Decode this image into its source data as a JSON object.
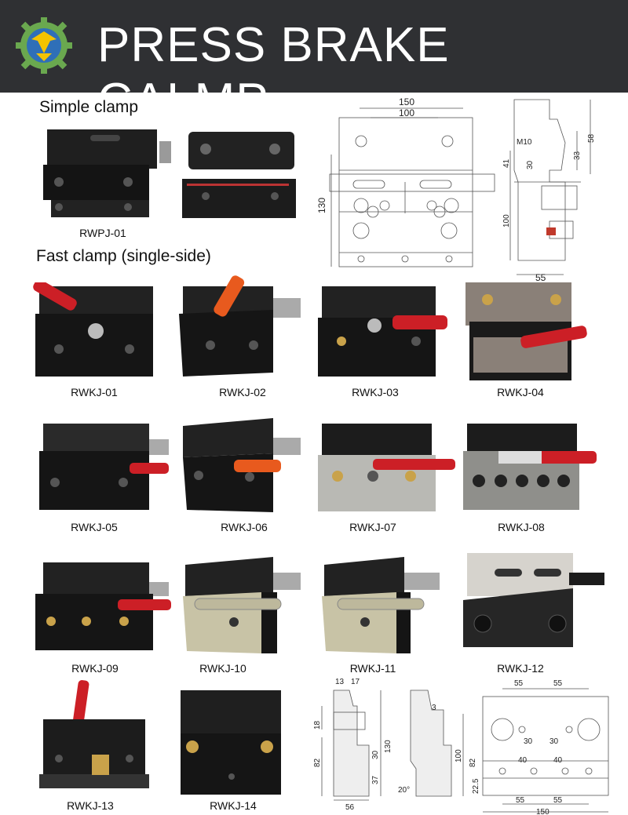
{
  "header": {
    "title": "PRESS BRAKE CALMP",
    "logo_icon": "gear-logo-icon"
  },
  "sections": {
    "simple": "Simple clamp",
    "fast": "Fast clamp (single-side)"
  },
  "products": {
    "simple": [
      {
        "code": "RWPJ-01"
      }
    ],
    "fast": [
      {
        "code": "RWKJ-01"
      },
      {
        "code": "RWKJ-02"
      },
      {
        "code": "RWKJ-03"
      },
      {
        "code": "RWKJ-04"
      },
      {
        "code": "RWKJ-05"
      },
      {
        "code": "RWKJ-06"
      },
      {
        "code": "RWKJ-07"
      },
      {
        "code": "RWKJ-08"
      },
      {
        "code": "RWKJ-09"
      },
      {
        "code": "RWKJ-10"
      },
      {
        "code": "RWKJ-11"
      },
      {
        "code": "RWKJ-12"
      },
      {
        "code": "RWKJ-13"
      },
      {
        "code": "RWKJ-14"
      }
    ]
  },
  "drawing_top": {
    "front": {
      "w150": "150",
      "w100": "100",
      "h130": "130"
    },
    "side": {
      "m10": "M10",
      "d41": "41",
      "d30": "30",
      "d33": "33",
      "d58": "58",
      "d100": "100",
      "d55": "55"
    }
  },
  "drawing_bottom": {
    "left": {
      "d13": "13",
      "d17": "17",
      "d18": "18",
      "d82": "82",
      "d30": "30",
      "d130": "130",
      "d37": "37",
      "d56": "56"
    },
    "mid": {
      "d3": "3",
      "d100": "100",
      "d20": "20°"
    },
    "right": {
      "d55a": "55",
      "d55b": "55",
      "d30a": "30",
      "d30b": "30",
      "d40a": "40",
      "d40b": "40",
      "d82": "82",
      "d225": "22.5",
      "d55c": "55",
      "d55d": "55",
      "d150": "150"
    }
  },
  "colors": {
    "header": "#2f3033",
    "handle": "#cc1f26",
    "handle_orange": "#e85a1e",
    "steel": "#1c1c1c",
    "silver": "#b9b9b4"
  }
}
